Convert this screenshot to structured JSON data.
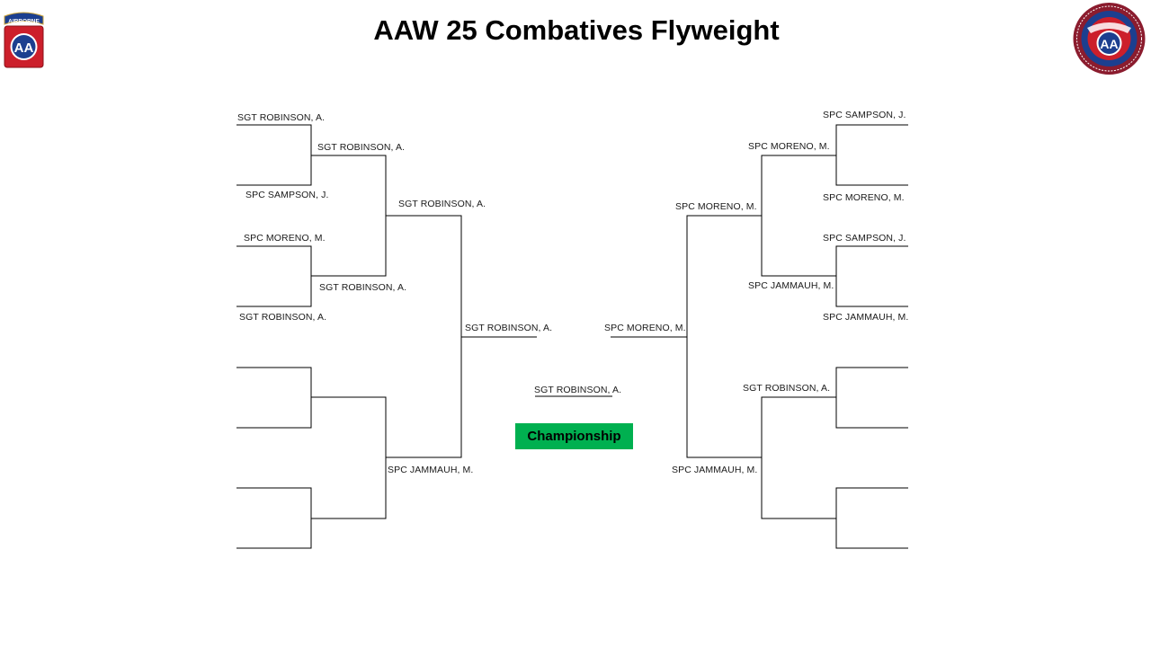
{
  "title": "AAW 25 Combatives Flyweight",
  "logos": {
    "left": {
      "icon": "airborne-aa-patch-icon",
      "tab_text": "AIRBORNE",
      "letters": "AA"
    },
    "right": {
      "icon": "all-american-week-seal-icon",
      "letters": "AA"
    }
  },
  "colors": {
    "line": "#000000",
    "championship": "#00b050",
    "patch_red": "#cc1f2b",
    "patch_blue": "#1c3f8f"
  },
  "bracket": {
    "left": {
      "round1": [
        "SGT ROBINSON, A.",
        "SPC SAMPSON, J.",
        "SPC MORENO, M.",
        "SGT ROBINSON, A."
      ],
      "round2": [
        "SGT ROBINSON, A.",
        "SGT ROBINSON, A.",
        "SPC JAMMAUH, M."
      ],
      "semifinal": "SGT ROBINSON, A.",
      "final": "SGT ROBINSON, A."
    },
    "right": {
      "round1": [
        "SPC SAMPSON, J.",
        "SPC MORENO, M.",
        "SPC SAMPSON, J.",
        "SPC JAMMAUH, M."
      ],
      "round2": [
        "SPC MORENO, M.",
        "SPC JAMMAUH, M.",
        "SGT ROBINSON, A.",
        "SPC JAMMAUH, M."
      ],
      "semifinal": "SPC MORENO, M.",
      "final": "SPC MORENO, M."
    },
    "champion": "SGT ROBINSON, A.",
    "championship_label": "Championship"
  }
}
